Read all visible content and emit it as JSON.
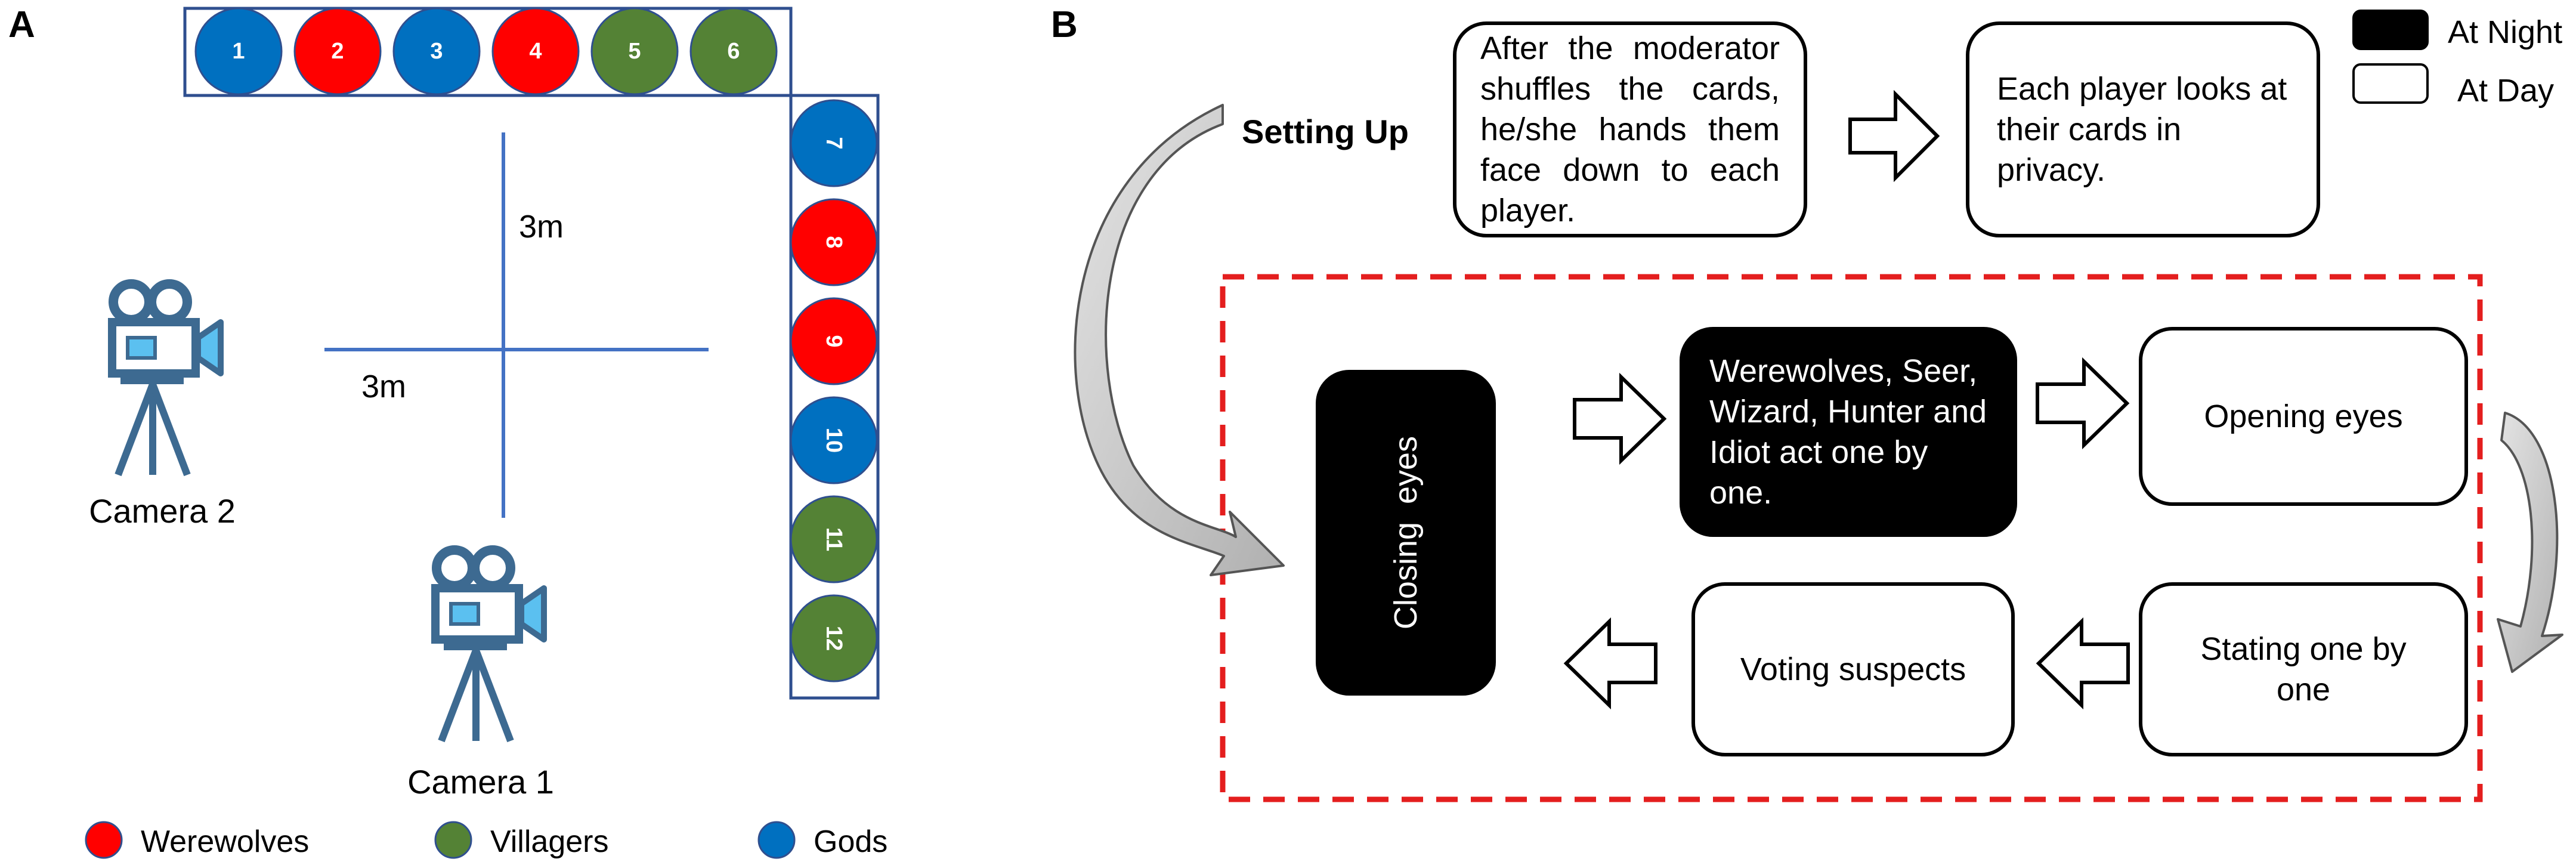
{
  "panel_a": {
    "label": "A",
    "dimension_vertical": "3m",
    "dimension_horizontal": "3m",
    "camera_2_label": "Camera 2",
    "camera_1_label": "Camera 1",
    "top_row_seats": [
      {
        "num": "1",
        "role": "Gods"
      },
      {
        "num": "2",
        "role": "Werewolves"
      },
      {
        "num": "3",
        "role": "Gods"
      },
      {
        "num": "4",
        "role": "Werewolves"
      },
      {
        "num": "5",
        "role": "Villagers"
      },
      {
        "num": "6",
        "role": "Villagers"
      }
    ],
    "right_column_seats": [
      {
        "num": "7",
        "role": "Gods"
      },
      {
        "num": "8",
        "role": "Werewolves"
      },
      {
        "num": "9",
        "role": "Werewolves"
      },
      {
        "num": "10",
        "role": "Gods"
      },
      {
        "num": "11",
        "role": "Villagers"
      },
      {
        "num": "12",
        "role": "Villagers"
      }
    ],
    "legend": [
      {
        "label": "Werewolves",
        "color": "#ff0000"
      },
      {
        "label": "Villagers",
        "color": "#548235"
      },
      {
        "label": "Gods",
        "color": "#0070c0"
      }
    ]
  },
  "panel_b": {
    "label": "B",
    "setting_up": "Setting Up",
    "shuffle_text": "After the moderator shuffles the cards, he/she hands them face down to each player.",
    "look_text": "Each player looks at their cards in privacy.",
    "legend_night": "At Night",
    "legend_day": "At Day",
    "closing_eyes": "Closing  eyes",
    "act_text": "Werewolves, Seer, Wizard, Hunter and Idiot act one by one.",
    "opening_eyes": "Opening eyes",
    "stating_text": "Stating one by one",
    "voting_text": "Voting suspects"
  },
  "colors": {
    "werewolves": "#ff0000",
    "villagers": "#548235",
    "gods": "#0070c0",
    "frame": "#2f4f8f",
    "camera": "#3d6a91",
    "camera_lens": "#5bc0f0",
    "dashed": "#e41e1e",
    "curved_arrow_fill": "#c8c8c8"
  }
}
